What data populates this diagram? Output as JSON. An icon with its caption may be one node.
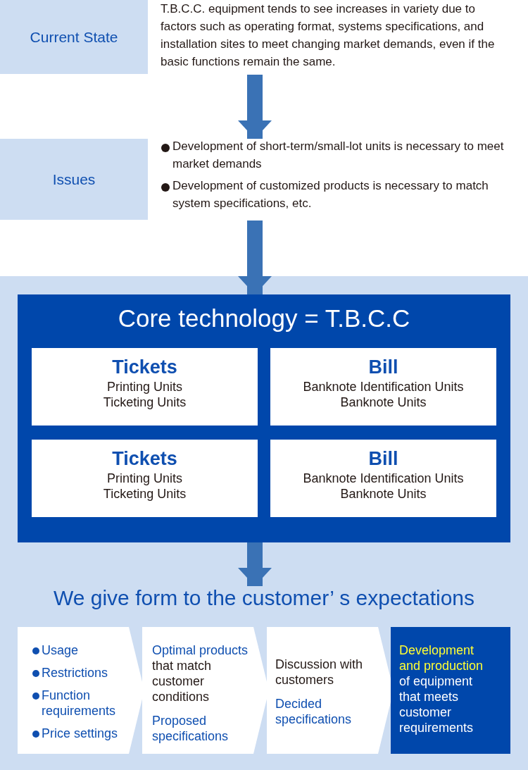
{
  "diagram": {
    "nodes": [
      {
        "text": [
          "Current State",
          "T.B.C.C. equipment tends to see increases in variety due to factors such as operating format, systems specifications, and installation sites to meet changing market demands, even if the basic functions remain the same."
        ]
      },
      {
        "text": [
          "Issues",
          "Development of short-term/small-lot units is necessary to meet market demands",
          "Development of customized products is necessary to match system specifications, etc."
        ]
      },
      {
        "text": [
          "Core technology = T.B.C.C"
        ]
      },
      {
        "text": [
          "Tickets",
          "Printing Units",
          "Ticketing Units"
        ],
        "in": 2
      },
      {
        "text": [
          "Bill",
          "Banknote Identification Units",
          "Banknote Units"
        ],
        "in": 2
      },
      {
        "text": [
          "Tickets",
          "Printing Units",
          "Ticketing Units"
        ],
        "in": 2
      },
      {
        "text": [
          "Bill",
          "Banknote Identification Units",
          "Banknote Units"
        ],
        "in": 2
      },
      {
        "text": [
          "We give form to the customer’ s expectations"
        ]
      },
      {
        "text": [
          "Usage",
          "Restrictions",
          "Function requirements",
          "Price settings"
        ]
      },
      {
        "text": [
          "**Optimal products** that match customer conditions",
          "Proposed specifications"
        ]
      },
      {
        "text": [
          "Discussion with customers",
          "Decided specifications"
        ]
      },
      {
        "text": [
          "**Development and production** of equipment that meets customer requirements"
        ]
      }
    ],
    "edges": [
      {
        "from": 0,
        "to": 1,
        "arrow": "to"
      },
      {
        "from": 1,
        "to": 2,
        "arrow": "to"
      },
      {
        "from": 2,
        "to": 7,
        "arrow": "to"
      }
    ]
  }
}
